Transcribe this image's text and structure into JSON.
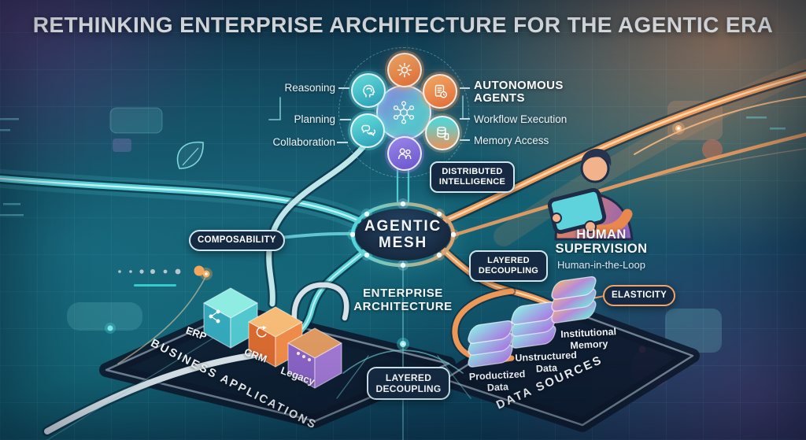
{
  "title": "RETHINKING ENTERPRISE ARCHITECTURE FOR THE AGENTIC ERA",
  "cluster": {
    "left_labels": [
      "Reasoning",
      "Planning",
      "Collaboration"
    ],
    "right_heading": "AUTONOMOUS AGENTS",
    "right_labels": [
      "Workflow Execution",
      "Memory Access"
    ],
    "satellite_icons": [
      "gear-icon",
      "brain-head-icon",
      "clipboard-clock-icon",
      "chat-bubbles-icon",
      "database-device-icon",
      "team-icon"
    ],
    "center_icon": "mesh-network-icon"
  },
  "mesh": {
    "label": "AGENTIC MESH"
  },
  "enterprise_architecture_label": "ENTERPRISE ARCHITECTURE",
  "badges": {
    "distributed_intelligence": "DISTRIBUTED INTELLIGENCE",
    "composability": "COMPOSABILITY",
    "layered_decoupling_upper": "LAYERED DECOUPLING",
    "layered_decoupling_lower": "LAYERED DECOUPLING",
    "elasticity": "ELASTICITY"
  },
  "human": {
    "heading": "HUMAN SUPERVISION",
    "subheading": "Human-in-the-Loop",
    "illustration": "person-with-tablet"
  },
  "business_applications": {
    "label": "BUSINESS APPLICATIONS",
    "cubes": [
      {
        "name": "ERP",
        "icon": "share-nodes-icon"
      },
      {
        "name": "CRM",
        "icon": "sync-icon"
      },
      {
        "name": "Legacy",
        "icon": "ellipsis-icon"
      }
    ]
  },
  "data_sources": {
    "label": "DATA SOURCES",
    "stacks": [
      {
        "name": "Productized Data"
      },
      {
        "name": "Unstructured Data"
      },
      {
        "name": "Institutional Memory"
      }
    ]
  },
  "colors": {
    "accent_teal": "#4FD6DA",
    "accent_orange": "#F09A5E",
    "badge_navy": "#152A42",
    "background_deep": "#0C3550",
    "purple_accent": "#8A79E0"
  }
}
